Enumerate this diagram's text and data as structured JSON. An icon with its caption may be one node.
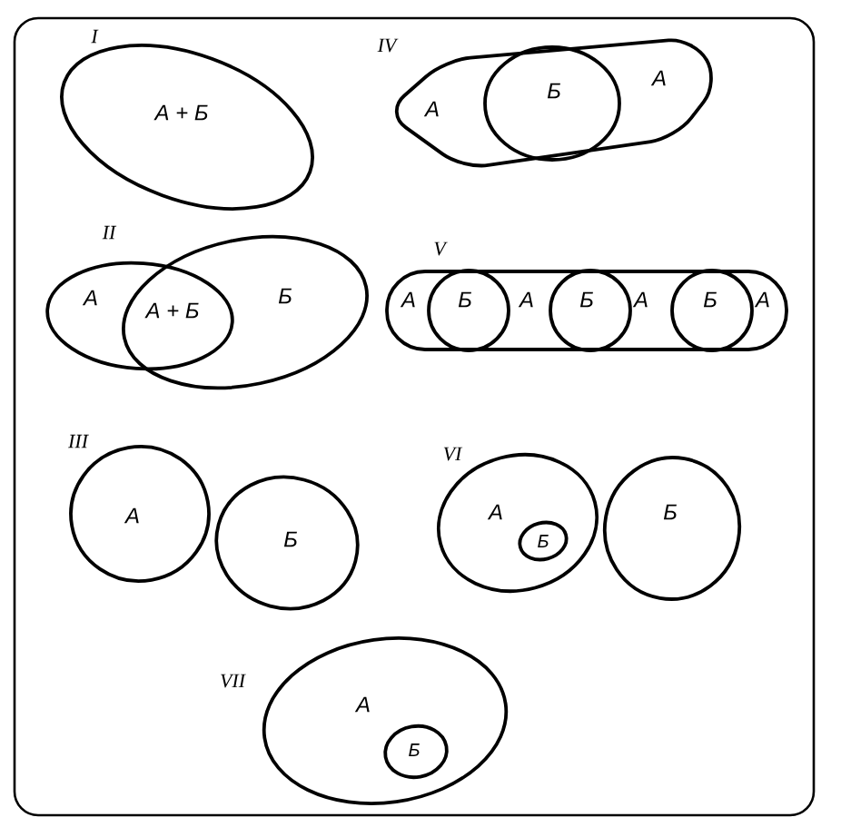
{
  "diagram": {
    "nodes": [
      {
        "text": [
          "А + Б"
        ]
      },
      {
        "text": [
          "А",
          "А"
        ]
      },
      {
        "text": [
          "Б"
        ],
        "in": 1
      },
      {
        "text": [
          "А"
        ]
      },
      {
        "text": [
          "Б"
        ]
      },
      {
        "text": [
          "А",
          "А",
          "А",
          "А"
        ]
      },
      {
        "text": [
          "Б"
        ],
        "in": 5
      },
      {
        "text": [
          "Б"
        ],
        "in": 5
      },
      {
        "text": [
          "Б"
        ],
        "in": 5
      },
      {
        "text": [
          "А"
        ]
      },
      {
        "text": [
          "Б"
        ]
      },
      {
        "text": [
          "А"
        ]
      },
      {
        "text": [
          "Б"
        ],
        "in": 11
      },
      {
        "text": [
          "Б"
        ]
      },
      {
        "text": [
          "А"
        ]
      },
      {
        "text": [
          "Б"
        ],
        "in": 14
      }
    ],
    "labels": [
      "I",
      "IV",
      "II",
      "V",
      "А + Б",
      "III",
      "VI",
      "VII"
    ]
  }
}
